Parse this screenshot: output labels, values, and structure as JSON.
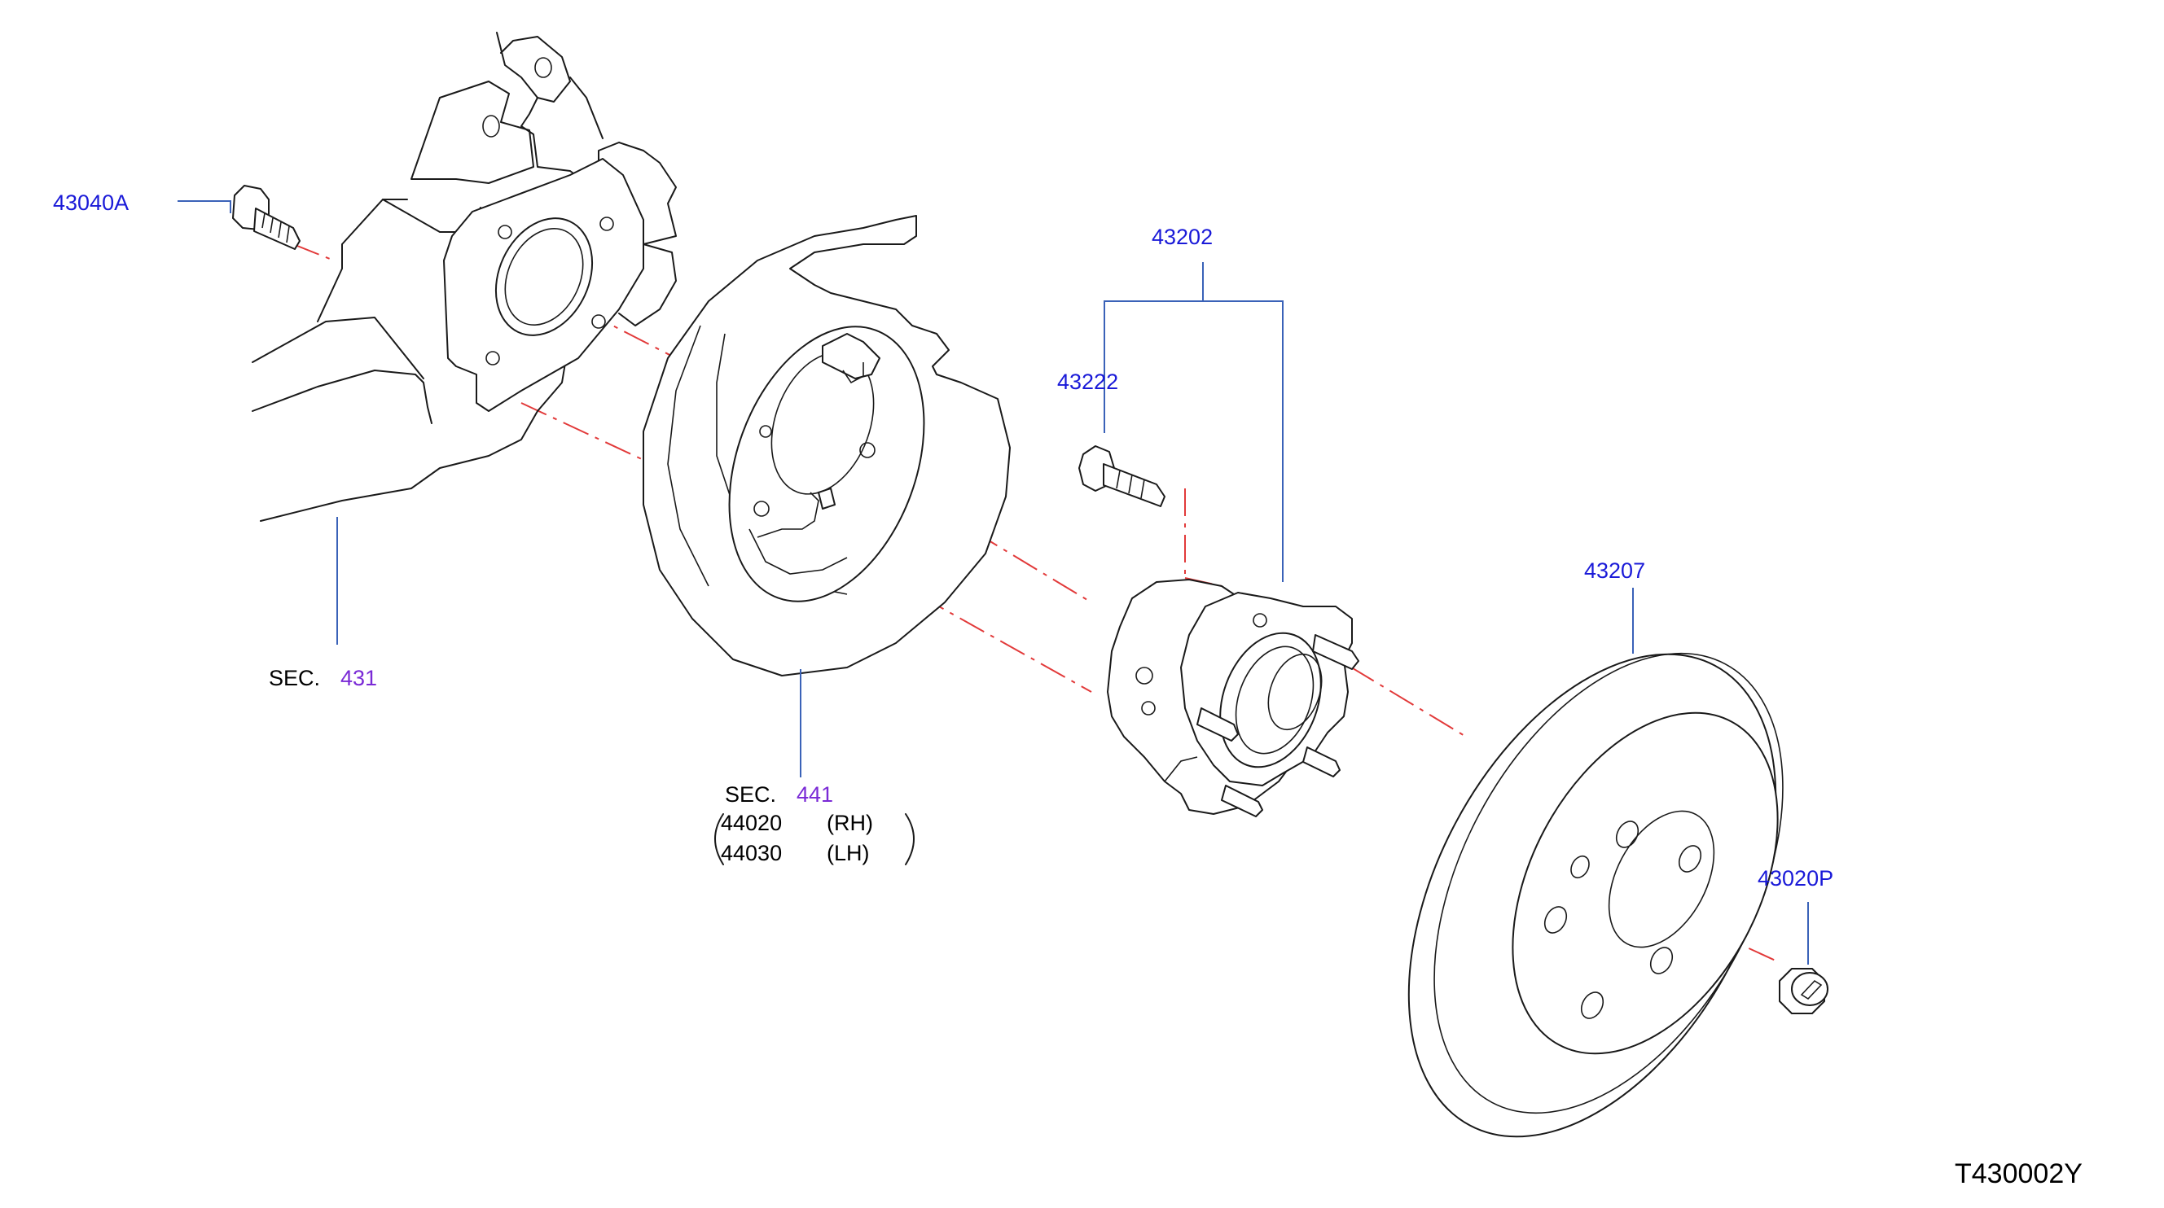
{
  "diagram_code": "T430002Y",
  "parts": {
    "bolt_knuckle": "43040A",
    "hub_assembly": "43202",
    "hub_bolt": "43222",
    "rotor": "43207",
    "plug": "43020P"
  },
  "sections": {
    "knuckle": {
      "prefix": "SEC.",
      "number": "431"
    },
    "backing_plate": {
      "prefix": "SEC.",
      "number": "441",
      "variants": [
        {
          "part": "44020",
          "side": "(RH)"
        },
        {
          "part": "44030",
          "side": "(LH)"
        }
      ]
    }
  },
  "colors": {
    "part_number": "#1a1ad8",
    "section_number": "#7a2ad6",
    "leader": "#3a62b8",
    "center_line": "#e23a3a",
    "drawing": "#1a1a1a"
  }
}
